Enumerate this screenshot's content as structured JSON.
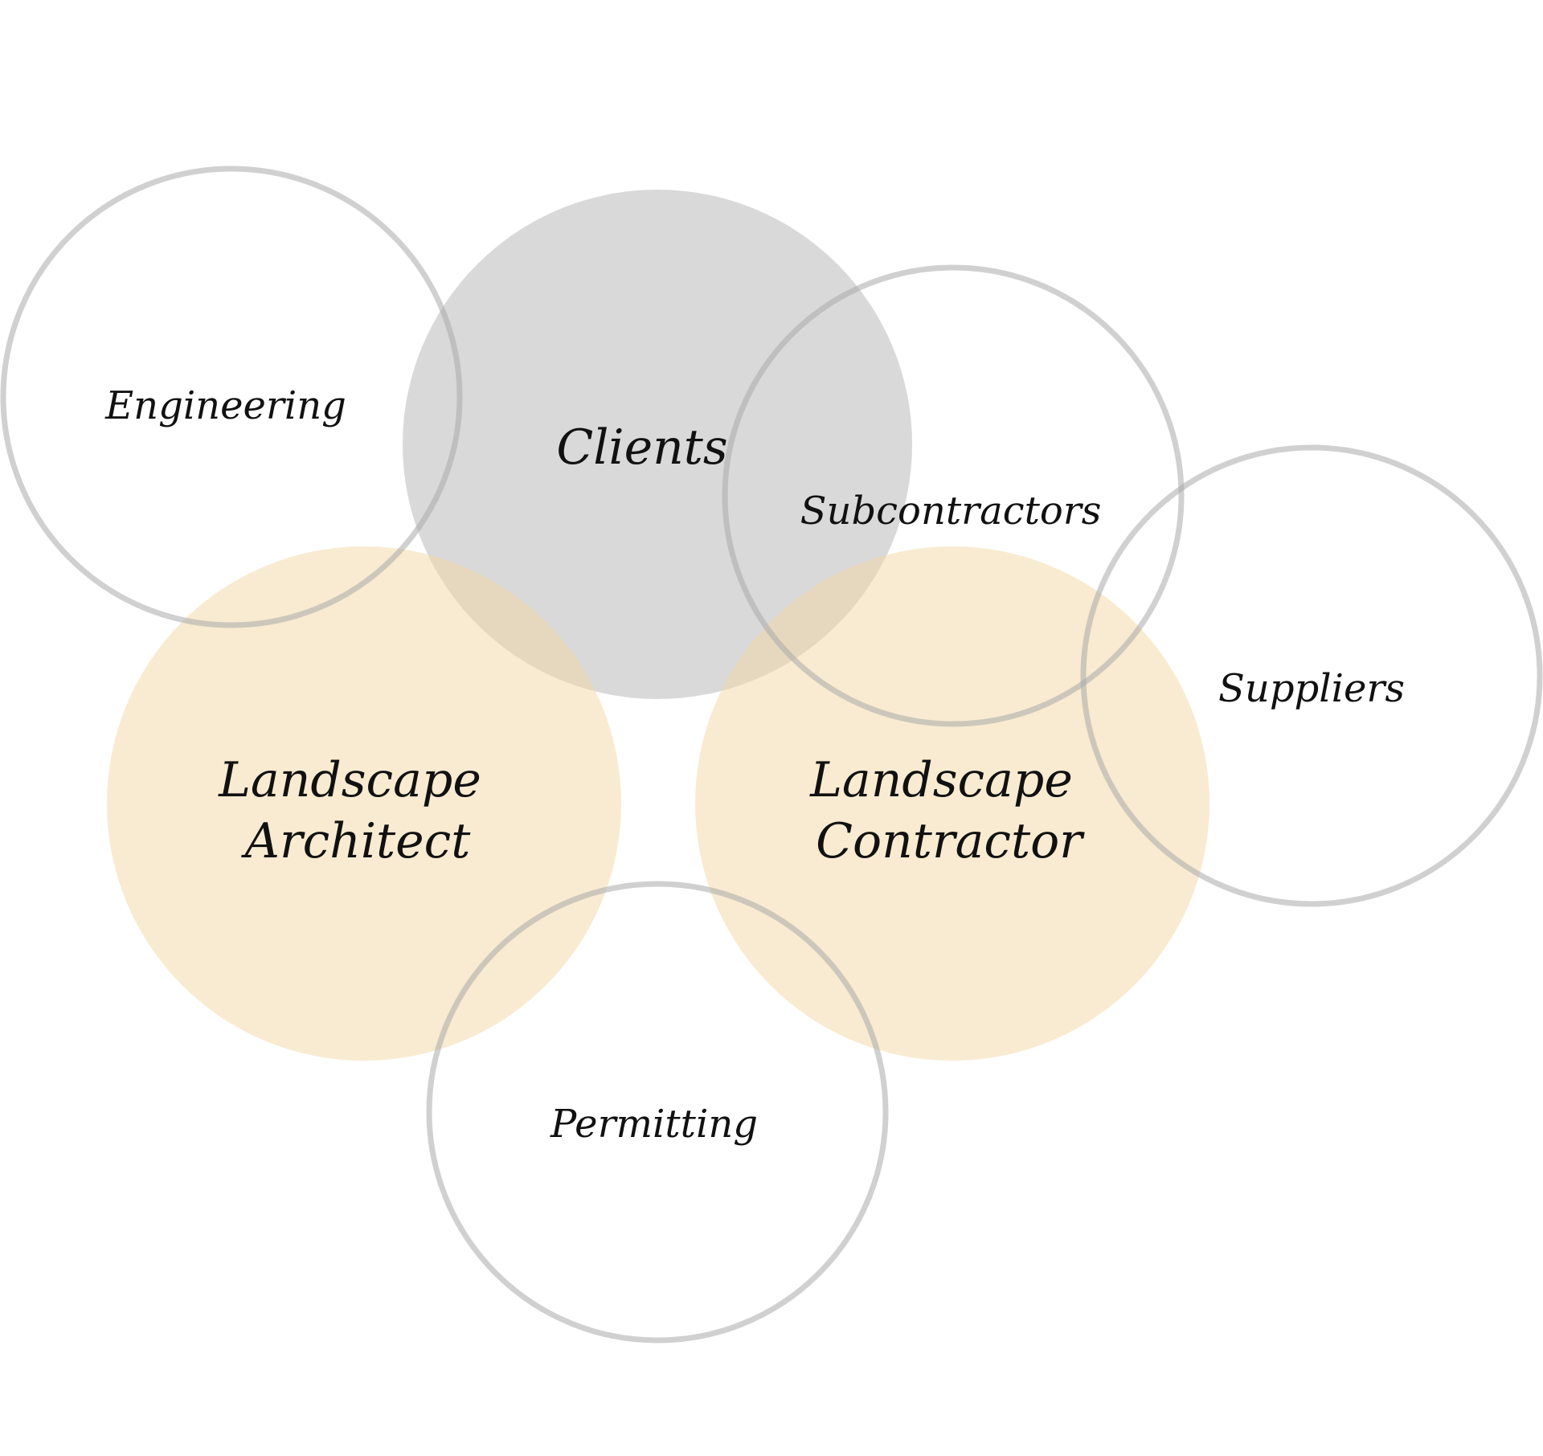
{
  "diagram": {
    "nodes": {
      "clients": {
        "label": "Clients",
        "style": "filled-gray"
      },
      "landscape_architect": {
        "label_line1": "Landscape",
        "label_line2": "Architect",
        "style": "filled-cream"
      },
      "landscape_contractor": {
        "label_line1": "Landscape",
        "label_line2": "Contractor",
        "style": "filled-cream"
      },
      "engineering": {
        "label": "Engineering",
        "style": "outline"
      },
      "subcontractors": {
        "label": "Subcontractors",
        "style": "outline"
      },
      "suppliers": {
        "label": "Suppliers",
        "style": "outline"
      },
      "permitting": {
        "label": "Permitting",
        "style": "outline"
      }
    },
    "colors": {
      "gray_fill": "#bdbdbd",
      "cream_fill": "#f2d7a4",
      "outline_stroke": "#a9a9a9",
      "label_text": "#111111"
    }
  }
}
